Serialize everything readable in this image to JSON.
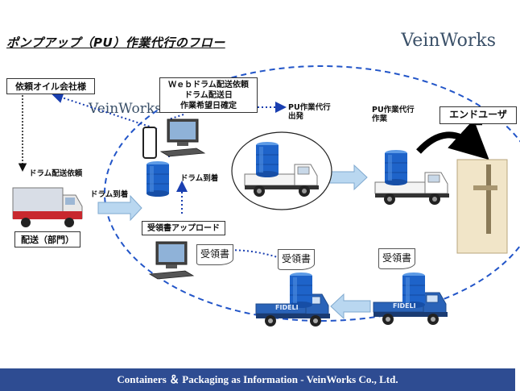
{
  "title": "ポンプアップ（PU）作業代行のフロー",
  "logo": {
    "main": "VeinWorks",
    "sub": "VeinWorks"
  },
  "nodes": {
    "oil_company": "依頼オイル会社様",
    "web_request": [
      "Ｗｅｂドラム配送依頼",
      "ドラム配送日",
      "作業希望日確定"
    ],
    "end_user": "エンドユーザー",
    "delivery_dept": "配送（部門）",
    "receipt_upload": "受領書アップロード"
  },
  "labels": {
    "drum_delivery_request": "ドラム配送依頼",
    "drum_arrival_truck": "ドラム到着",
    "drum_arrival_pc": "ドラム到着",
    "pu_departure": [
      "PU作業代行",
      "出発"
    ],
    "pu_work": [
      "PU作業代行",
      "作業"
    ]
  },
  "receipts": [
    "受領書",
    "受領書",
    "受領書"
  ],
  "truck_brand": "FIDELI",
  "colors": {
    "dashed_circle": "#2255c8",
    "dotted_arrow": "#1a3fb0",
    "block_arrow": "#b9d7f0",
    "footer": "#2e4c92",
    "drum": "#1e63c9"
  },
  "footer": "Containers ＆ Packaging as Information  - VeinWorks  Co., Ltd."
}
